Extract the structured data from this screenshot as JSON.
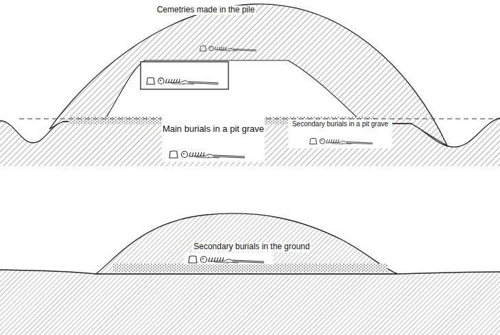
{
  "diagram": {
    "labels": [
      "Cemetries made in the pile",
      "Main burials in a pit grave",
      "Secondary burials in a pit grave",
      "Secondary burials in the ground"
    ]
  }
}
